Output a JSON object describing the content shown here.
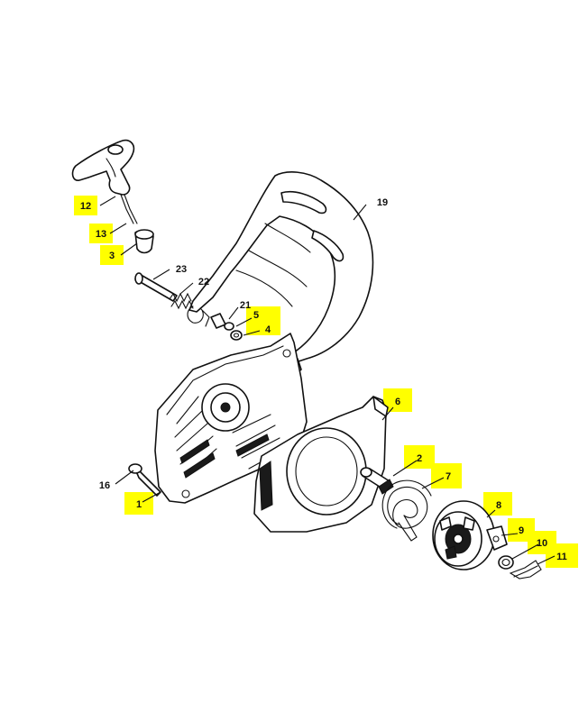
{
  "highlight_color": "#ffff00",
  "callouts": {
    "c1": "1",
    "c2": "2",
    "c3": "3",
    "c4": "4",
    "c5": "5",
    "c6": "6",
    "c7": "7",
    "c8": "8",
    "c9": "9",
    "c10": "10",
    "c11": "11",
    "c12": "12",
    "c13": "13",
    "c16": "16",
    "c19": "19",
    "c21": "21",
    "c22": "22",
    "c23": "23"
  },
  "highlighted_callouts": [
    "1",
    "2",
    "3",
    "4",
    "5",
    "6",
    "7",
    "8",
    "9",
    "10",
    "11",
    "12",
    "13"
  ]
}
